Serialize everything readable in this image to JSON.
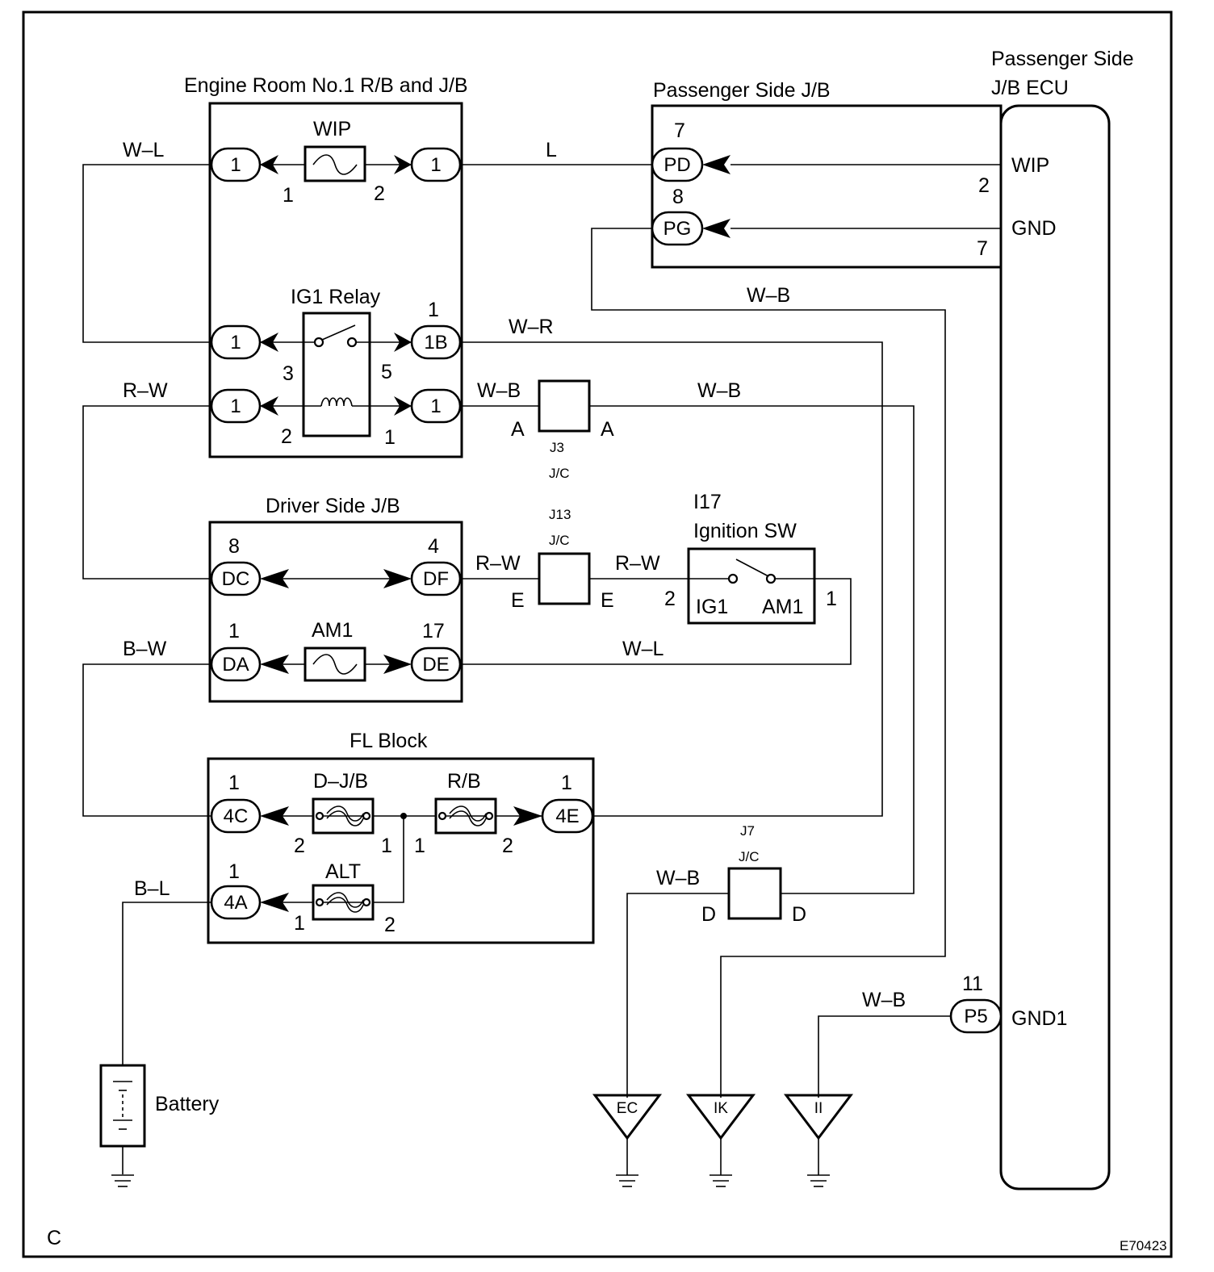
{
  "frame": {
    "corner_letter": "C",
    "figure_code": "E70423"
  },
  "blocks": {
    "engine_room": "Engine Room No.1 R/B and J/B",
    "passenger_jb": "Passenger Side J/B",
    "passenger_ecu_line1": "Passenger Side",
    "passenger_ecu_line2": "J/B ECU",
    "driver_jb": "Driver Side J/B",
    "fl_block": "FL Block"
  },
  "components": {
    "wip_fuse": "WIP",
    "ig1_relay": "IG1 Relay",
    "am1_fuse": "AM1",
    "djb_fuse": "D–J/B",
    "rb_fuse": "R/B",
    "alt_fuse": "ALT",
    "battery": "Battery",
    "ignition_code": "I17",
    "ignition_name": "Ignition SW",
    "ignition_ig1": "IG1",
    "ignition_am1": "AM1"
  },
  "junction_connectors": {
    "j3_code": "J3",
    "j3_type": "J/C",
    "j3_pin": "A",
    "j13_code": "J13",
    "j13_type": "J/C",
    "j13_pin": "E",
    "j7_code": "J7",
    "j7_type": "J/C",
    "j7_pin": "D"
  },
  "ecu_terminals": {
    "wip": "WIP",
    "gnd": "GND",
    "gnd1": "GND1"
  },
  "connectors": {
    "er_wl_left": "1",
    "er_wip_right": "1",
    "er_relay_left": "1",
    "er_relay_right": "1B",
    "er_rw_left": "1",
    "er_wb_right": "1",
    "pd": "PD",
    "pg": "PG",
    "dc": "DC",
    "df": "DF",
    "da": "DA",
    "de": "DE",
    "c4c": "4C",
    "c4e": "4E",
    "c4a": "4A",
    "p5": "P5"
  },
  "pins": {
    "wip_in": "1",
    "wip_out": "2",
    "relay_top": "1",
    "relay_sw_in": "3",
    "relay_sw_out": "5",
    "relay_coil_in": "2",
    "relay_coil_out": "1",
    "pd_num": "7",
    "pg_num": "8",
    "ecu_wip": "2",
    "ecu_gnd": "7",
    "dc_num": "8",
    "df_num": "4",
    "da_num": "1",
    "de_num": "17",
    "ign_2": "2",
    "ign_1": "1",
    "c4c_num": "1",
    "c4e_num": "1",
    "c4a_num": "1",
    "djb_2": "2",
    "djb_1": "1",
    "rb_1": "1",
    "rb_2": "2",
    "alt_1": "1",
    "alt_2": "2",
    "p5_num": "11"
  },
  "wires": {
    "wl_left": "W–L",
    "l": "L",
    "wb_top": "W–B",
    "wr": "W–R",
    "rw_left": "R–W",
    "wb_j3_left": "W–B",
    "wb_j3_right": "W–B",
    "rw_df": "R–W",
    "rw_ign": "R–W",
    "bw": "B–W",
    "wl_de": "W–L",
    "bl": "B–L",
    "wb_j7": "W–B",
    "wb_p5": "W–B"
  },
  "grounds": {
    "ec": "EC",
    "ik": "IK",
    "ii": "II"
  }
}
